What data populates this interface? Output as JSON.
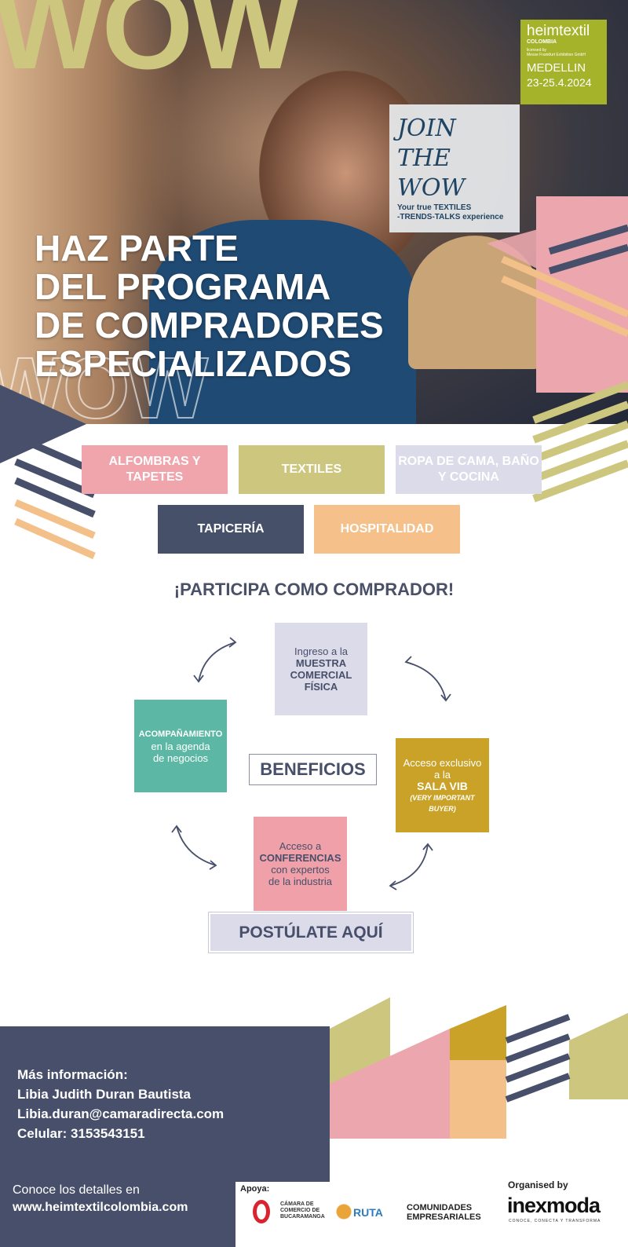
{
  "hero": {
    "wow_text": "WOW",
    "event_badge": {
      "brand": "heimtextil",
      "country": "COLOMBIA",
      "license_line1": "licensed by",
      "license_line2": "Messe Frankfurt Exhibition GmbH",
      "city": "MEDELLIN",
      "dates": "23-25.4.2024",
      "color": "#a4b32a"
    },
    "join": {
      "line1": "JOIN",
      "line2": "THE",
      "line3": "WOW",
      "tagline1": "Your true TEXTILES",
      "tagline2": "-TRENDS-TALKS experience"
    },
    "headline": [
      "HAZ PARTE",
      "DEL PROGRAMA",
      "DE COMPRADORES",
      "ESPECIALIZADOS"
    ]
  },
  "categories": [
    {
      "label": "ALFOMBRAS Y TAPETES",
      "color": "#f0a5ad"
    },
    {
      "label": "TEXTILES",
      "color": "#cdc67e"
    },
    {
      "label": "ROPA DE CAMA, BAÑO Y COCINA",
      "color": "#dcdbe9"
    },
    {
      "label": "TAPICERÍA",
      "color": "#475069"
    },
    {
      "label": "HOSPITALIDAD",
      "color": "#f5c08a"
    }
  ],
  "participa_title": "¡PARTICIPA COMO COMPRADOR!",
  "benefits": {
    "center": "BENEFICIOS",
    "muestra": {
      "pre": "Ingreso a la",
      "bold": "MUESTRA COMERCIAL FÍSICA"
    },
    "acompanamiento": {
      "bold": "ACOMPAÑAMIENTO",
      "post": "en la agenda de negocios"
    },
    "sala": {
      "pre": "Acceso exclusivo a la",
      "bold": "SALA VIB",
      "note": "(VERY IMPORTANT BUYER)"
    },
    "conferencias": {
      "pre": "Acceso a",
      "bold": "CONFERENCIAS",
      "post": "con expertos de la industria"
    }
  },
  "cta": "POSTÚLATE AQUÍ",
  "contact": {
    "title": "Más información:",
    "name": "Libia Judith Duran Bautista",
    "email": "Libia.duran@camaradirecta.com",
    "phone": "Celular: 3153543151"
  },
  "details": {
    "line1": "Conoce los detalles en",
    "url": "www.heimtextilcolombia.com"
  },
  "sponsors": {
    "label": "Apoya:",
    "logos": [
      "CÁMARA DE COMERCIO DE BUCARAMANGA",
      "RUTA",
      "COMUNIDADES EMPRESARIALES"
    ]
  },
  "organiser": {
    "label": "Organised by",
    "logo": "inexmoda",
    "tagline": "CONOCE, CONECTA Y TRANSFORMA"
  }
}
